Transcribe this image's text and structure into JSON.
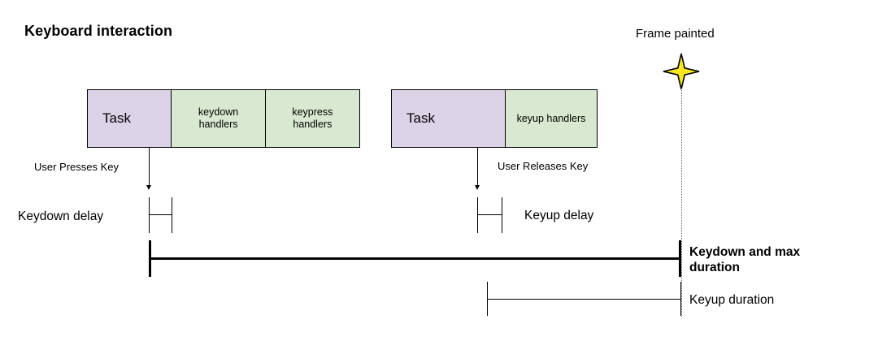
{
  "diagram": {
    "title": "Keyboard interaction",
    "colors": {
      "task_fill": "#ddd3e9",
      "handler_fill": "#d9e8d0",
      "stroke": "#000000",
      "star_fill": "#f8e71c",
      "frame_line": "#666666"
    },
    "task_rows": [
      {
        "name": "keydown-task-row",
        "cells": [
          {
            "name": "task-cell",
            "label": "Task",
            "kind": "task"
          },
          {
            "name": "keydown-handlers-cell",
            "label": "keydown\nhandlers",
            "kind": "handler"
          },
          {
            "name": "keypress-handlers-cell",
            "label": "keypress\nhandlers",
            "kind": "handler"
          }
        ]
      },
      {
        "name": "keyup-task-row",
        "cells": [
          {
            "name": "task-cell",
            "label": "Task",
            "kind": "task"
          },
          {
            "name": "keyup-handlers-cell",
            "label": "keyup handlers",
            "kind": "handler"
          }
        ]
      }
    ],
    "frame_marker": {
      "label": "Frame painted",
      "icon": "four-point-star-icon"
    },
    "events": [
      {
        "name": "user-presses-key",
        "label": "User Presses Key"
      },
      {
        "name": "user-releases-key",
        "label": "User Releases Key"
      }
    ],
    "measures": [
      {
        "name": "keydown-delay",
        "label": "Keydown delay",
        "bold": false
      },
      {
        "name": "keyup-delay",
        "label": "Keyup delay",
        "bold": false
      },
      {
        "name": "keydown-and-max-duration",
        "label": "Keydown and max duration",
        "bold": true
      },
      {
        "name": "keyup-duration",
        "label": "Keyup duration",
        "bold": false
      }
    ]
  }
}
